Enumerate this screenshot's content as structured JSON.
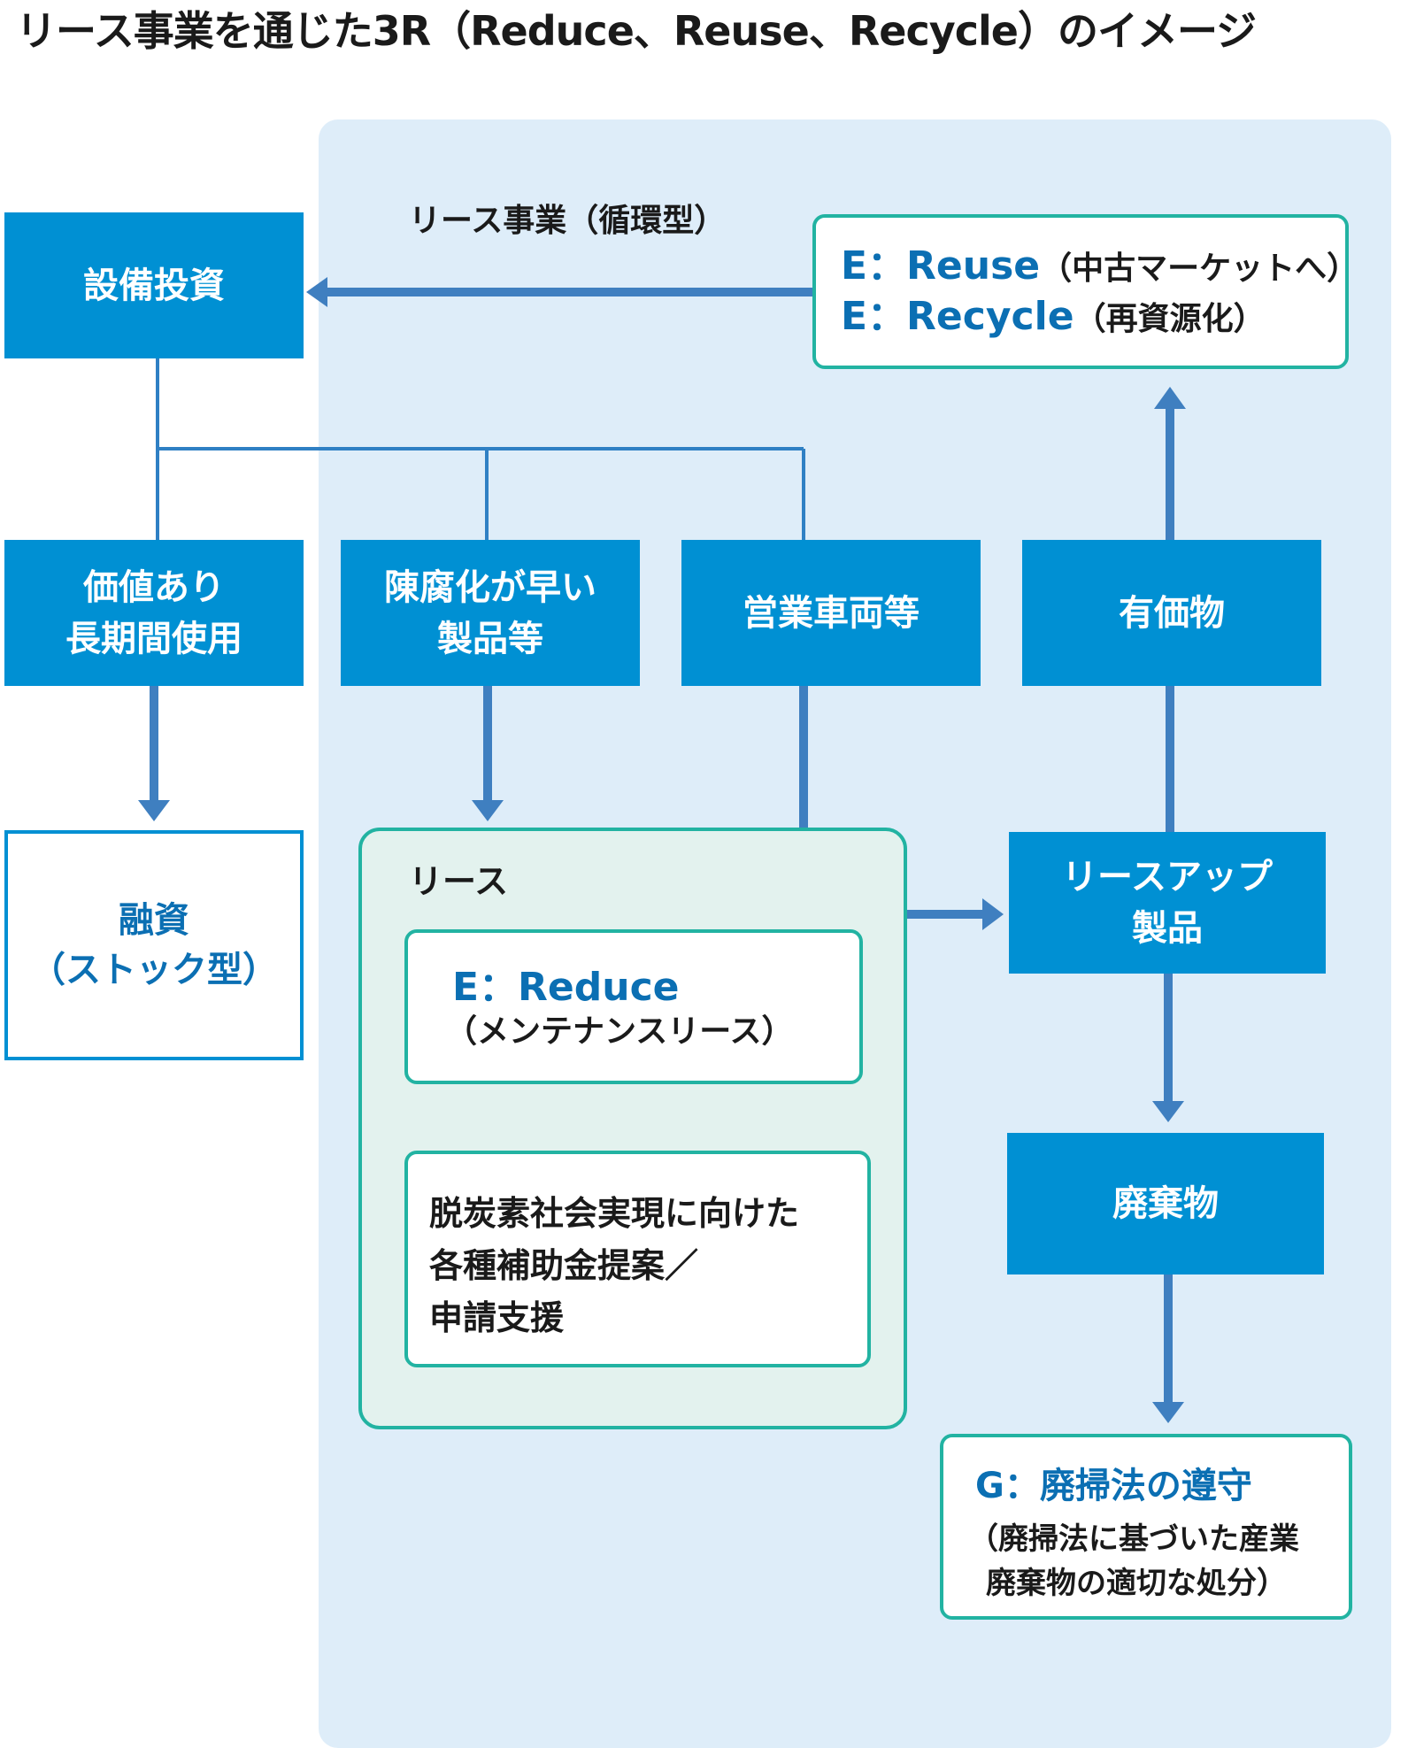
{
  "title": "リース事業を通じた3R（Reduce、Reuse、Recycle）のイメージ",
  "region_label": "リース事業（循環型）",
  "nodes": {
    "capex": "設備投資",
    "long_use": [
      "価値あり",
      "長期間使用"
    ],
    "obsolete": [
      "陳腐化が早い",
      "製品等"
    ],
    "vehicles": "営業車両等",
    "valuables": "有価物",
    "financing": [
      "融資",
      "（ストック型）"
    ],
    "lease_label": "リース",
    "reduce_title": "E：Reduce",
    "reduce_sub": "（メンテナンスリース）",
    "subsidy": [
      "脱炭素社会実現に向けた",
      "各種補助金提案／",
      "申請支援"
    ],
    "lease_up": [
      "リースアップ",
      "製品"
    ],
    "waste": "廃棄物",
    "reuse_key": "E：Reuse",
    "reuse_desc": "（中古マーケットへ）",
    "recycle_key": "E：Recycle",
    "recycle_desc": "（再資源化）",
    "comply_title": "G：廃掃法の遵守",
    "comply_desc": [
      "（廃掃法に基づいた産業",
      "廃棄物の適切な処分）"
    ]
  },
  "colors": {
    "node_fill": "#0090d3",
    "region_fill": "#deedf9",
    "lease_fill": "#e3f2ee",
    "teal_border": "#22b3a2",
    "arrow": "#3f7fc0"
  }
}
